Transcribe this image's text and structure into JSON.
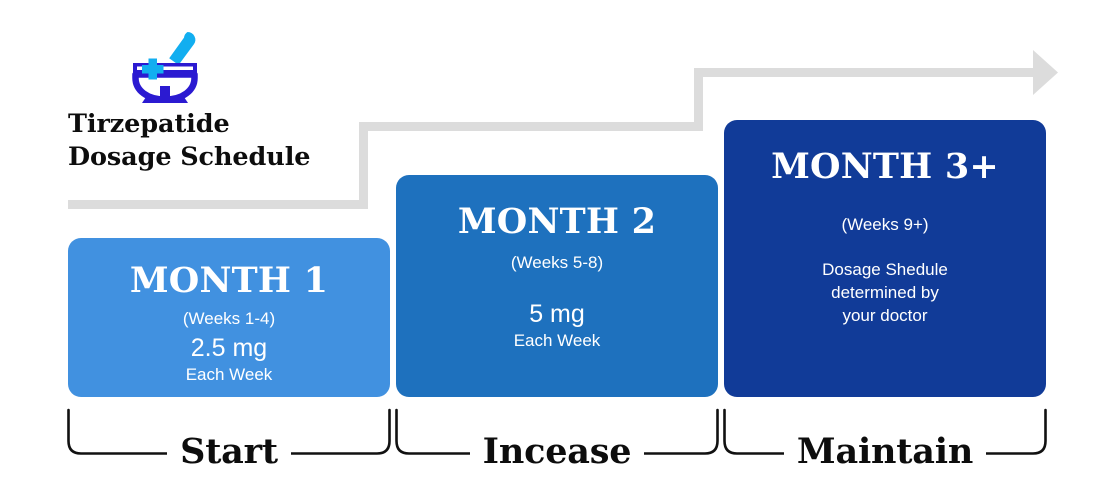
{
  "brand": {
    "icon": "mortar-and-pestle-icon",
    "title": "Tirzepatide\nDosage Schedule",
    "icon_bowl_color": "#2b1ad1",
    "icon_accent_color": "#12aef0"
  },
  "flow": {
    "arrow_color": "#dcdcdc",
    "direction": "left-to-right-ascending-steps",
    "steps": 3
  },
  "cards": [
    {
      "id": "month-1",
      "title": "MONTH 1",
      "weeks": "(Weeks 1-4)",
      "dose": "2.5 mg",
      "frequency": "Each Week",
      "note": "",
      "color": "#4191e0"
    },
    {
      "id": "month-2",
      "title": "MONTH 2",
      "weeks": "(Weeks 5-8)",
      "dose": "5 mg",
      "frequency": "Each Week",
      "note": "",
      "color": "#1e71be"
    },
    {
      "id": "month-3",
      "title": "MONTH 3+",
      "weeks": "(Weeks 9+)",
      "dose": "",
      "frequency": "",
      "note": "Dosage Shedule\ndetermined by\nyour doctor",
      "color": "#113b98"
    }
  ],
  "phases": [
    {
      "id": "start",
      "label": "Start"
    },
    {
      "id": "increase",
      "label": "Incease"
    },
    {
      "id": "maintain",
      "label": "Maintain"
    }
  ]
}
